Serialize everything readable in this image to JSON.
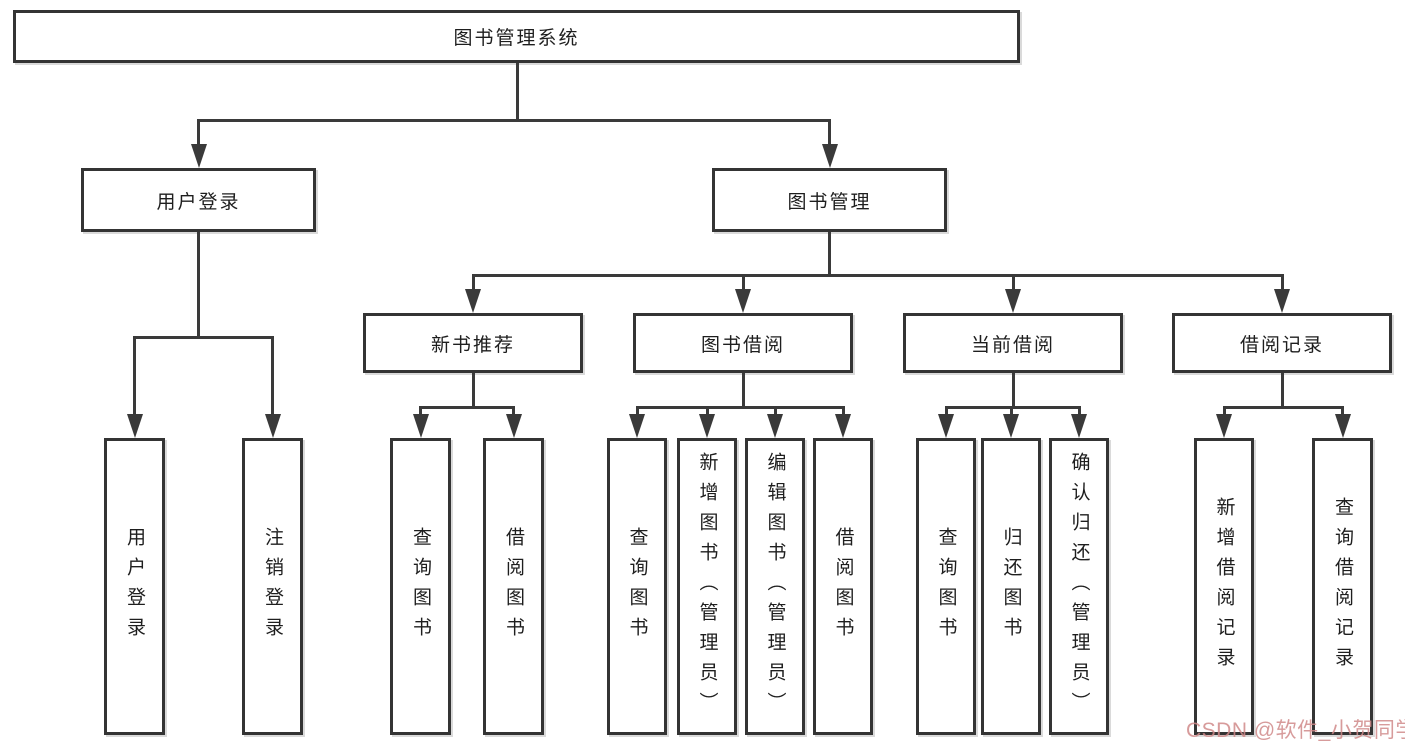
{
  "diagram_title": "图书管理系统",
  "colors": {
    "background": "#ffffff",
    "line": "#3a3a3a",
    "box_border": "#343434",
    "text": "#1e1e1e",
    "watermark": "#d08a8a"
  },
  "nodes": {
    "root": {
      "label": "图书管理系统"
    },
    "user_login": {
      "label": "用户登录"
    },
    "book_mgmt": {
      "label": "图书管理"
    },
    "new_book_rec": {
      "label": "新书推荐"
    },
    "book_borrow": {
      "label": "图书借阅"
    },
    "current_borrow": {
      "label": "当前借阅"
    },
    "borrow_record": {
      "label": "借阅记录"
    },
    "ul_login": {
      "label": "用户登录"
    },
    "ul_logout": {
      "label": "注销登录"
    },
    "nb_query": {
      "label": "查询图书"
    },
    "nb_borrow": {
      "label": "借阅图书"
    },
    "bb_query": {
      "label": "查询图书"
    },
    "bb_add": {
      "label": "新增图书（管理员）"
    },
    "bb_edit": {
      "label": "编辑图书（管理员）"
    },
    "bb_borrow": {
      "label": "借阅图书"
    },
    "cb_query": {
      "label": "查询图书"
    },
    "cb_return": {
      "label": "归还图书"
    },
    "cb_confirm": {
      "label": "确认归还（管理员）"
    },
    "br_add": {
      "label": "新增借阅记录"
    },
    "br_query": {
      "label": "查询借阅记录"
    }
  },
  "watermark": {
    "text": "CSDN @软件_小贺同学"
  }
}
